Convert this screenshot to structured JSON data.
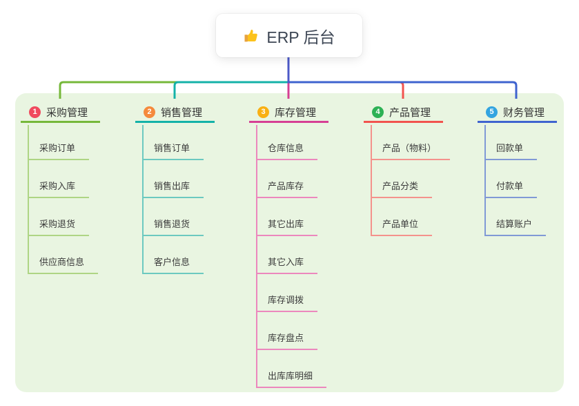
{
  "root": {
    "title": "ERP 后台",
    "icon": "thumbs-up-icon"
  },
  "canvas": {
    "background": "#ffffff",
    "panel_background": "#e9f5e1",
    "root_connector_color": "#4c59c8",
    "title_text_color": "#333333",
    "child_text_color": "#3b3b3b"
  },
  "branches": [
    {
      "badge": "1",
      "badge_color": "#f04a5e",
      "line_color": "#76b83a",
      "child_line_color": "#aed584",
      "title": "采购管理",
      "children": [
        "采购订单",
        "采购入库",
        "采购退货",
        "供应商信息"
      ]
    },
    {
      "badge": "2",
      "badge_color": "#f58a3c",
      "line_color": "#14b2a8",
      "child_line_color": "#6cc9c0",
      "title": "销售管理",
      "children": [
        "销售订单",
        "销售出库",
        "销售退货",
        "客户信息"
      ]
    },
    {
      "badge": "3",
      "badge_color": "#f9b013",
      "line_color": "#d63f94",
      "child_line_color": "#ec87bd",
      "title": "库存管理",
      "children": [
        "仓库信息",
        "产品库存",
        "其它出库",
        "其它入库",
        "库存调拨",
        "库存盘点",
        "出库库明细"
      ]
    },
    {
      "badge": "4",
      "badge_color": "#2db155",
      "line_color": "#f2534e",
      "child_line_color": "#f4928c",
      "title": "产品管理",
      "children": [
        "产品（物料）",
        "产品分类",
        "产品单位"
      ]
    },
    {
      "badge": "5",
      "badge_color": "#33a4e0",
      "line_color": "#3f63cf",
      "child_line_color": "#8099d6",
      "title": "财务管理",
      "children": [
        "回款单",
        "付款单",
        "结算账户"
      ]
    }
  ]
}
